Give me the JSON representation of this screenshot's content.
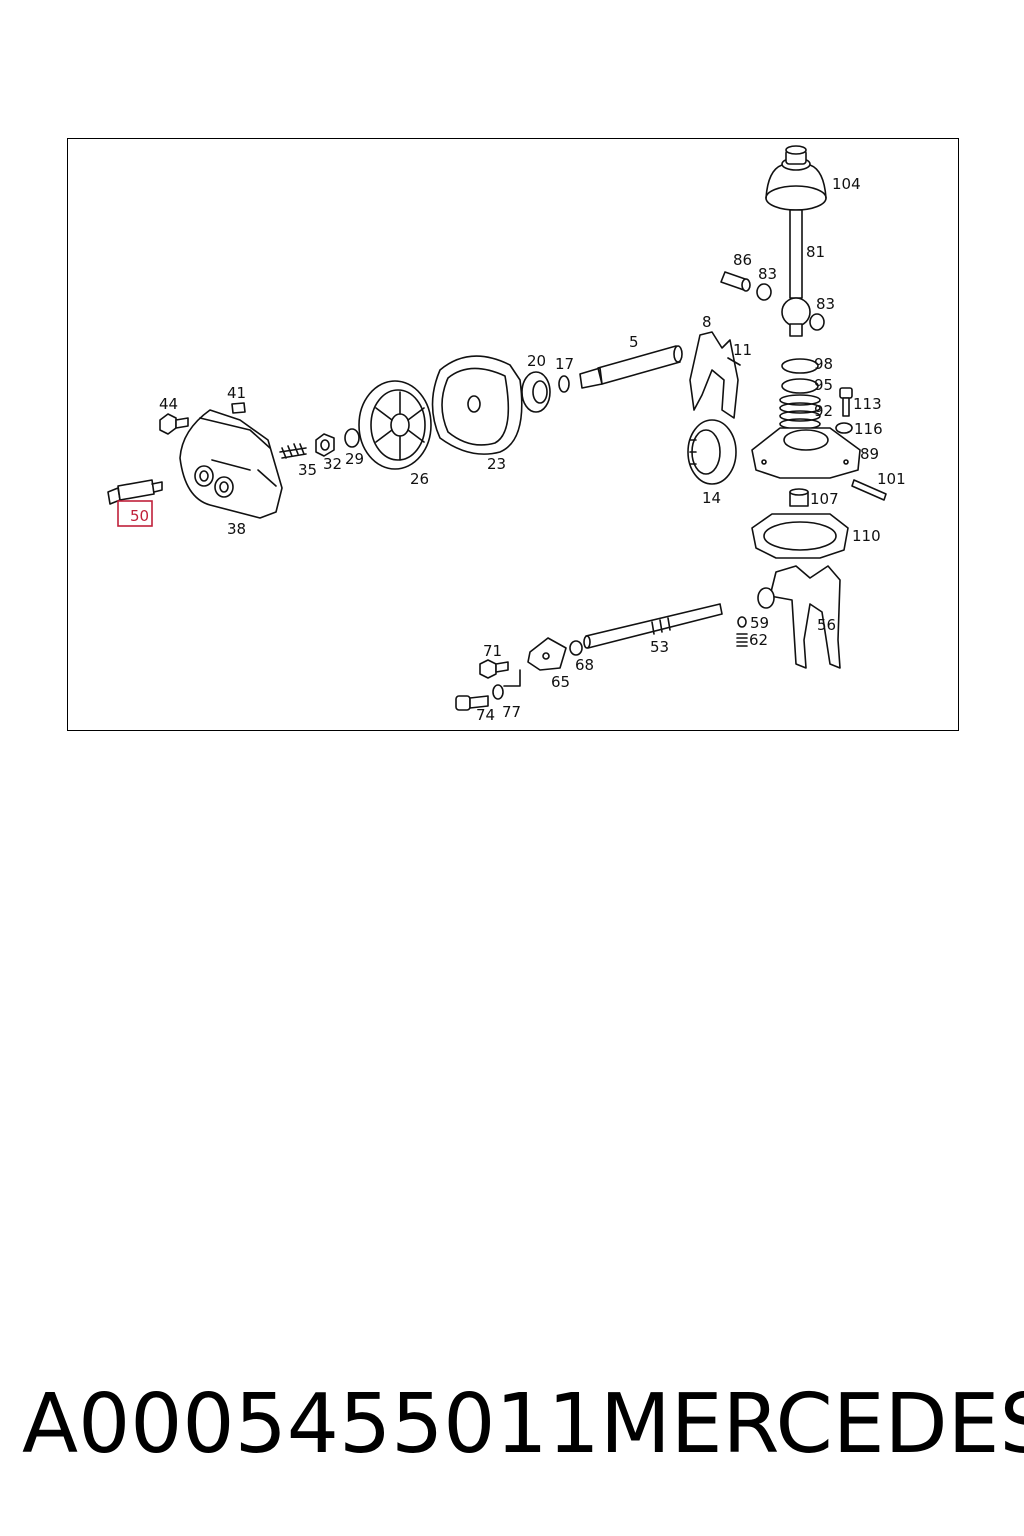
{
  "diagram": {
    "highlight_label": "50",
    "labels": {
      "p104": "104",
      "p86": "86",
      "p83a": "83",
      "p81": "81",
      "p83b": "83",
      "p8": "8",
      "p11": "11",
      "p5": "5",
      "p20": "20",
      "p17": "17",
      "p98": "98",
      "p95": "95",
      "p113": "113",
      "p92": "92",
      "p116": "116",
      "p89": "89",
      "p101": "101",
      "p107": "107",
      "p110": "110",
      "p44": "44",
      "p41": "41",
      "p35": "35",
      "p32": "32",
      "p29": "29",
      "p26": "26",
      "p23": "23",
      "p14": "14",
      "p38": "38",
      "p71": "71",
      "p65": "65",
      "p68": "68",
      "p53": "53",
      "p59": "59",
      "p62": "62",
      "p56": "56",
      "p74": "74",
      "p77": "77"
    },
    "highlight_color": "#c0203a"
  },
  "caption": {
    "part_number": "A0005455011",
    "brand": "MERCEDES"
  }
}
